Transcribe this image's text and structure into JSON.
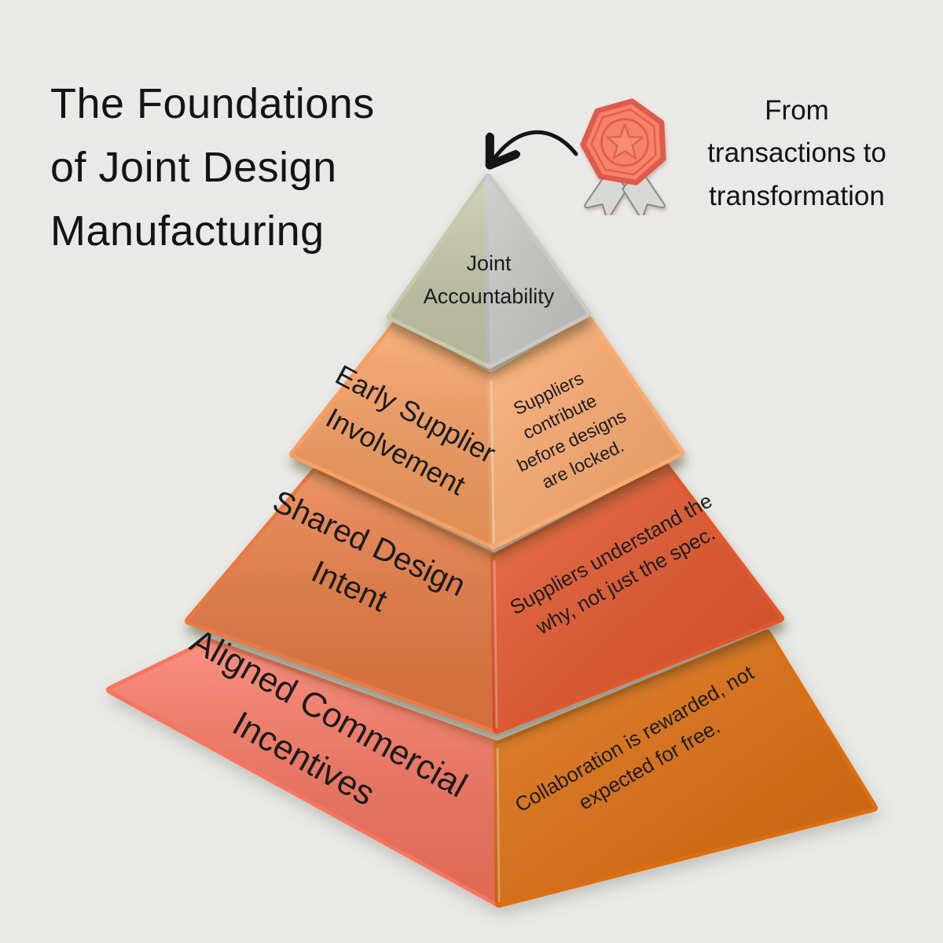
{
  "title": {
    "lines": [
      "The Foundations",
      "of Joint Design",
      "Manufacturing"
    ]
  },
  "annotation": {
    "lines": [
      "From",
      "transactions to",
      "transformation"
    ]
  },
  "colors": {
    "background": "#e9eae7",
    "text": "#141414",
    "arrow": "#151515"
  },
  "badge": {
    "name": "award-medal",
    "body_color": "#f5826a",
    "edge_color": "#e05a49",
    "star_color": "#f78d73",
    "ribbon_color": "#d8d8d6",
    "ribbon_edge_color": "#8a8a88"
  },
  "pyramid": {
    "tiers": [
      {
        "id": "joint-accountability",
        "label_lines": [
          "Joint",
          "Accountability"
        ],
        "caption_lines": [],
        "left_color": "#c7c9ab",
        "right_color": "#c9c8c5"
      },
      {
        "id": "early-supplier-involvement",
        "label_lines": [
          "Early Supplier",
          "Involvement"
        ],
        "caption_lines": [
          "Suppliers",
          "contribute",
          "before designs",
          "are locked."
        ],
        "left_color": "#f89e60",
        "right_color": "#fbab70"
      },
      {
        "id": "shared-design-intent",
        "label_lines": [
          "Shared Design",
          "Intent"
        ],
        "caption_lines": [
          "Suppliers understand the",
          "why, not just the spec."
        ],
        "left_color": "#e97a42",
        "right_color": "#e4562c"
      },
      {
        "id": "aligned-commercial-incentives",
        "label_lines": [
          "Aligned Commercial",
          "Incentives"
        ],
        "caption_lines": [
          "Collaboration is rewarded, not",
          "expected for free."
        ],
        "left_color": "#f97560",
        "right_color": "#de6e10"
      }
    ]
  }
}
